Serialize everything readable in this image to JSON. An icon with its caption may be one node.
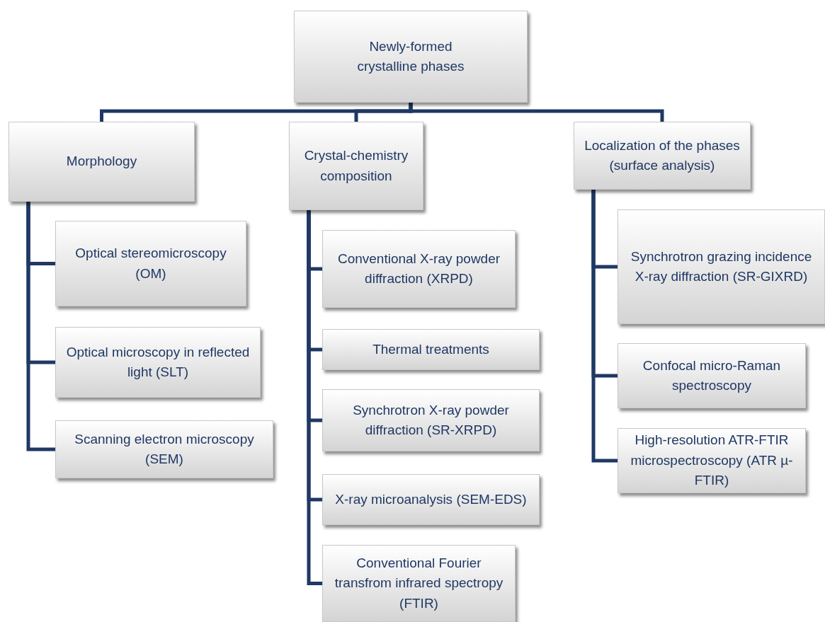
{
  "diagram": {
    "nodes": [
      {
        "text": [
          "Newly-formed crystalline phases"
        ]
      },
      {
        "text": [
          "Morphology"
        ]
      },
      {
        "text": [
          "Crystal-chemistry composition"
        ]
      },
      {
        "text": [
          "Localization of the phases (surface analysis)"
        ]
      },
      {
        "text": [
          "Optical stereomicroscopy (OM)"
        ]
      },
      {
        "text": [
          "Optical microscopy in reflected light (SLT)"
        ]
      },
      {
        "text": [
          "Scanning electron microscopy (SEM)"
        ]
      },
      {
        "text": [
          "Conventional X-ray powder diffraction (XRPD)"
        ]
      },
      {
        "text": [
          "Thermal treatments"
        ]
      },
      {
        "text": [
          "Synchrotron X-ray powder diffraction (SR-XRPD)"
        ]
      },
      {
        "text": [
          "X-ray microanalysis (SEM-EDS)"
        ]
      },
      {
        "text": [
          "Conventional Fourier transfrom infrared spectropy (FTIR)"
        ]
      },
      {
        "text": [
          "Synchrotron grazing incidence X-ray diffraction (SR-GIXRD)"
        ]
      },
      {
        "text": [
          "Confocal micro-Raman spectroscopy"
        ]
      },
      {
        "text": [
          "High-resolution ATR-FTIR microspectroscopy (ATR µ-FTIR)"
        ]
      }
    ],
    "edges": [
      {
        "from": 0,
        "to": 1,
        "arrow": "none"
      },
      {
        "from": 0,
        "to": 2,
        "arrow": "none"
      },
      {
        "from": 0,
        "to": 3,
        "arrow": "none"
      },
      {
        "from": 1,
        "to": 4,
        "arrow": "none"
      },
      {
        "from": 1,
        "to": 5,
        "arrow": "none"
      },
      {
        "from": 1,
        "to": 6,
        "arrow": "none"
      },
      {
        "from": 2,
        "to": 7,
        "arrow": "none"
      },
      {
        "from": 2,
        "to": 8,
        "arrow": "none"
      },
      {
        "from": 2,
        "to": 9,
        "arrow": "none"
      },
      {
        "from": 2,
        "to": 10,
        "arrow": "none"
      },
      {
        "from": 2,
        "to": 11,
        "arrow": "none"
      },
      {
        "from": 3,
        "to": 12,
        "arrow": "none"
      },
      {
        "from": 3,
        "to": 13,
        "arrow": "none"
      },
      {
        "from": 3,
        "to": 14,
        "arrow": "none"
      }
    ]
  }
}
